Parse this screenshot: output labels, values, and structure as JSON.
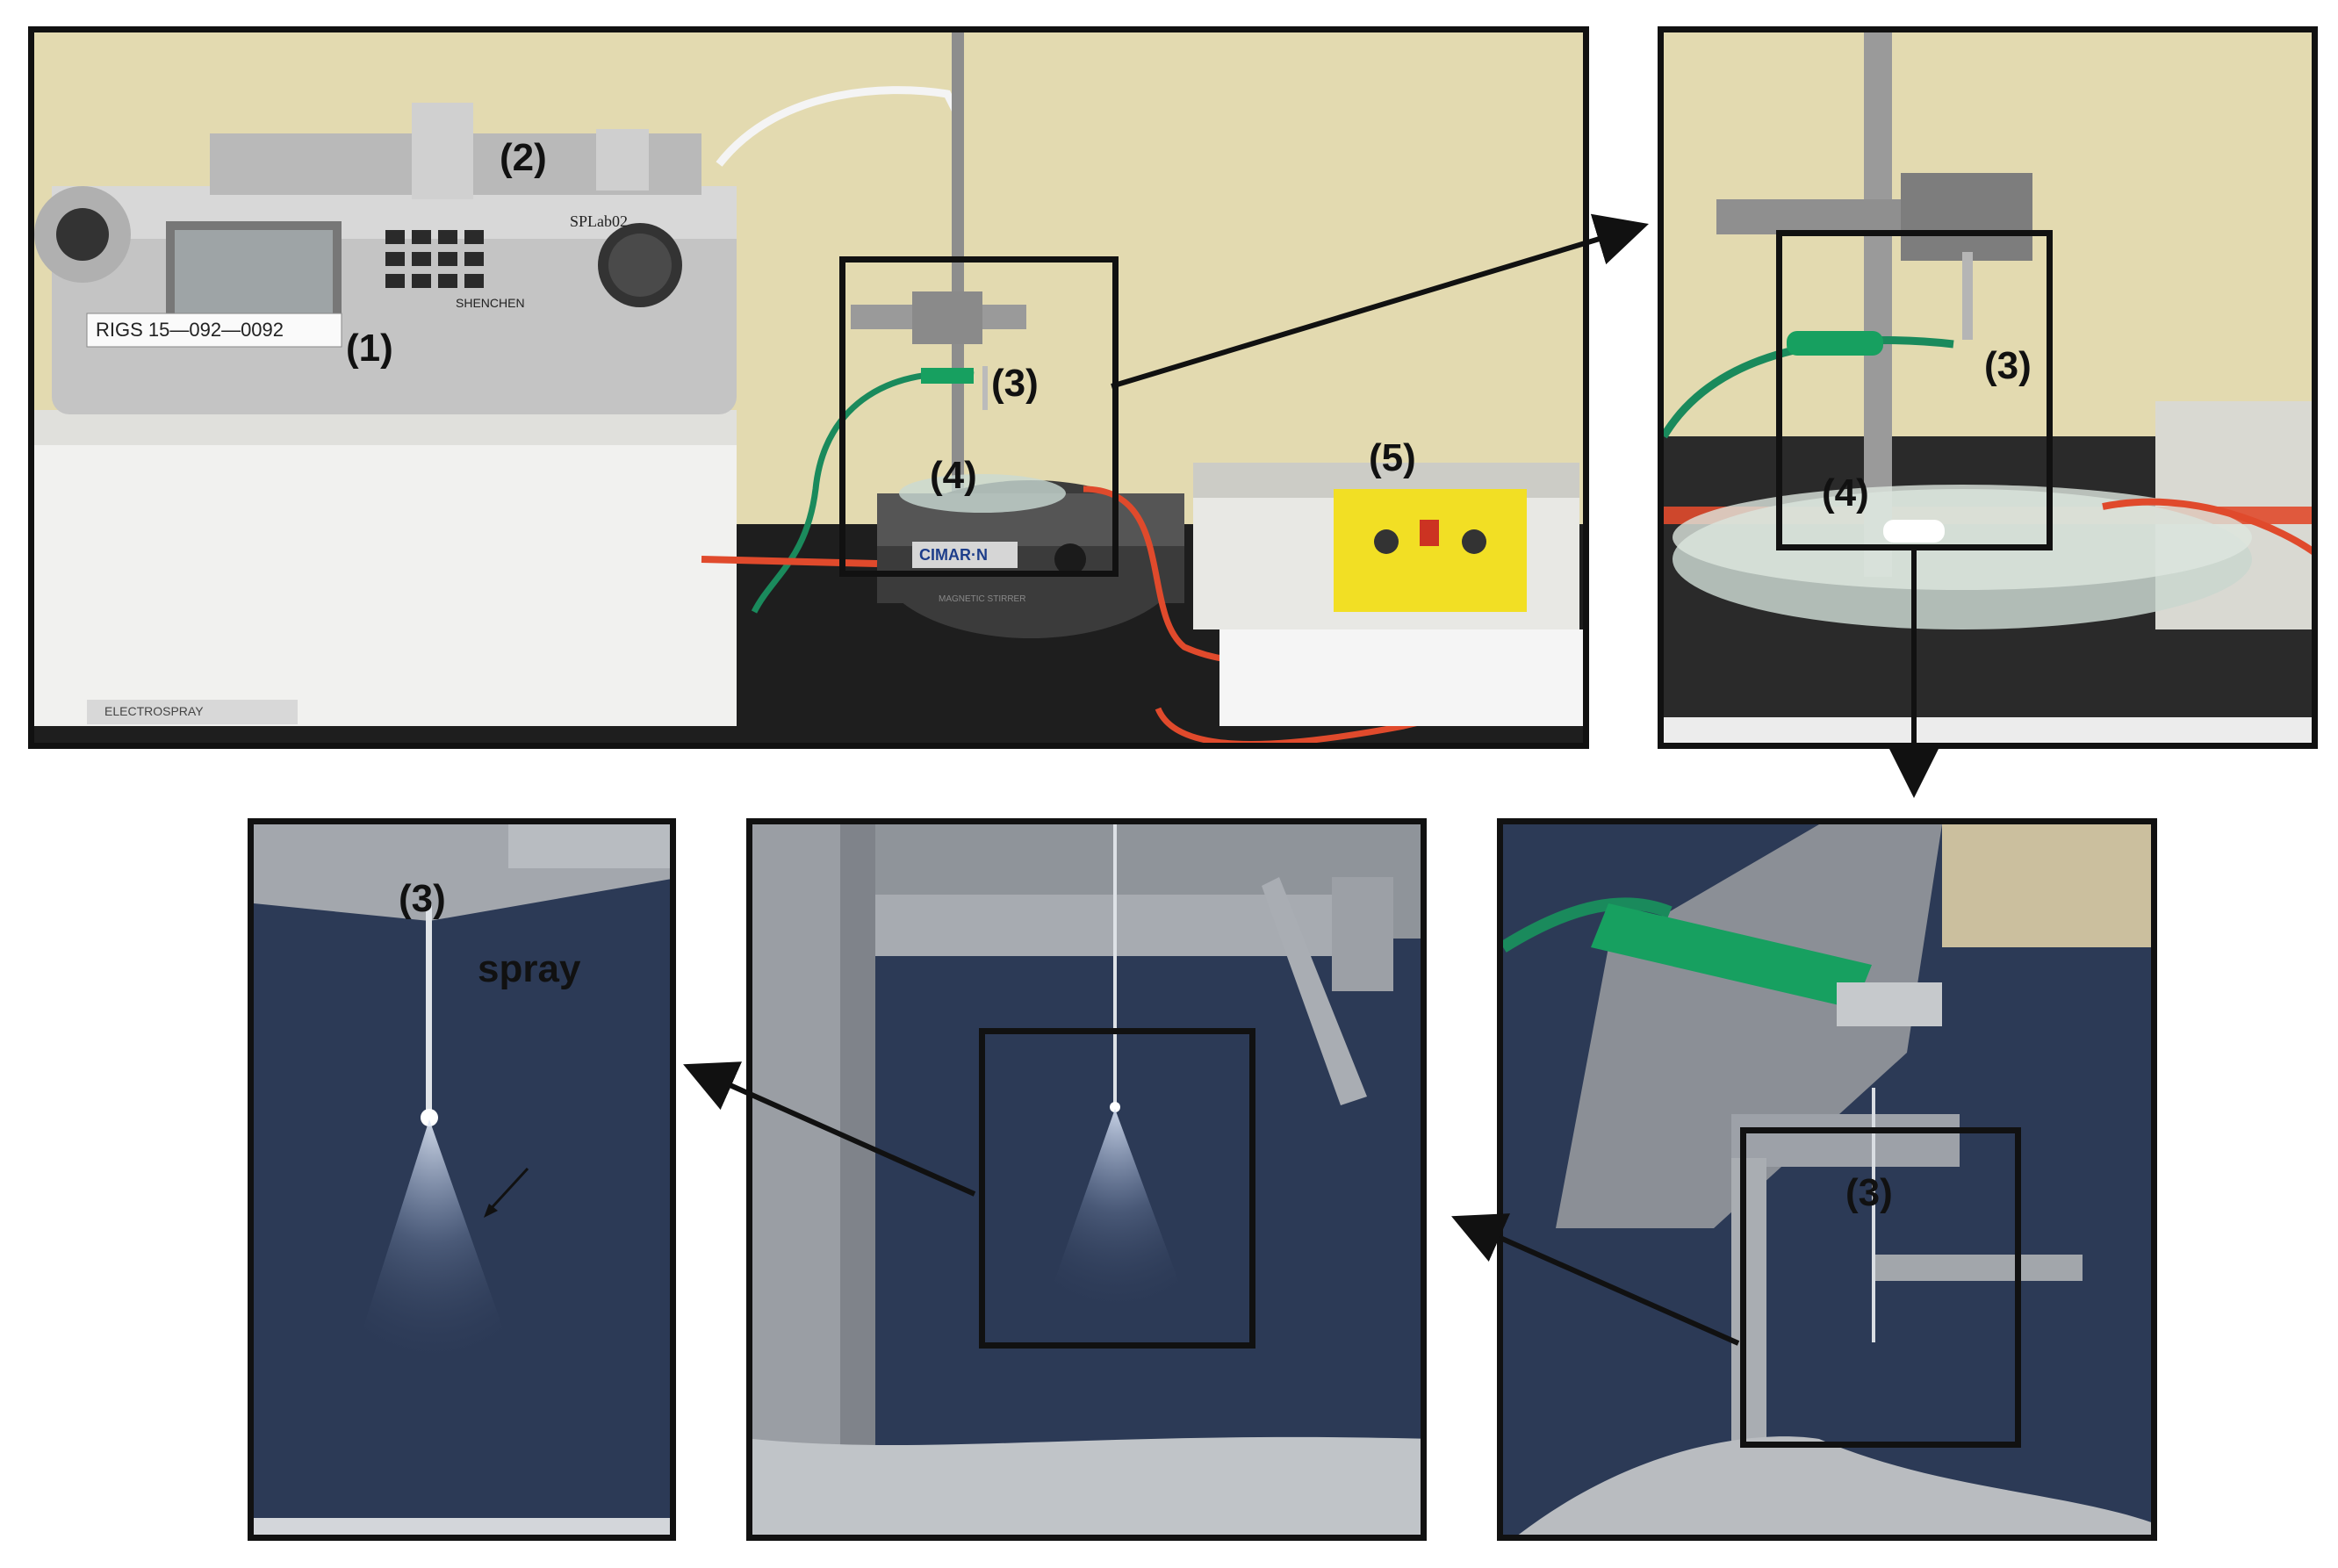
{
  "labels": {
    "syringe_pump": "(1)",
    "syringe": "(2)",
    "needle": "(3)",
    "collector": "(4)",
    "power_supply": "(5)",
    "spray": "spray"
  },
  "device_text": {
    "pump_brand": "SPLab02",
    "pump_maker": "SHENCHEN",
    "pump_tag": "RIGS 15—092—0092",
    "stirrer_brand": "CIMAR·N",
    "stirrer_model": "MAGNETIC STIRRER",
    "bench_label": "ELECTROSPRAY"
  },
  "colors": {
    "wall": "#e3dab0",
    "dark_background": "#2c3a56",
    "wire_red": "#e04a2c",
    "wire_green": "#1a8a5c",
    "clip_green": "#17a060",
    "power_supply_yellow": "#f2df24",
    "frame": "#111111"
  }
}
